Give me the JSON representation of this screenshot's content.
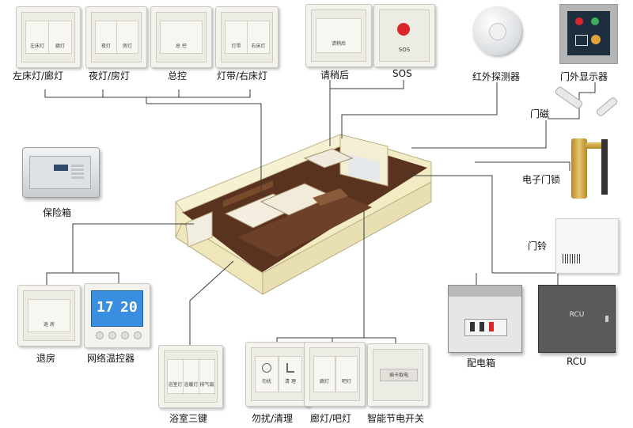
{
  "captions": {
    "left_bed_corridor": "左床灯/廊灯",
    "night_room": "夜灯/房灯",
    "master": "总控",
    "strip_right_bed": "灯带/右床灯",
    "please_clean": "请稍后",
    "sos": "SOS",
    "pir_sensor": "红外探测器",
    "door_display": "门外显示器",
    "door_magnet": "门磁",
    "e_lock": "电子门锁",
    "doorbell": "门铃",
    "safe": "保险箱",
    "checkout": "退房",
    "thermostat": "网络温控器",
    "bath_three": "浴室三键",
    "dnd_clean": "勿扰/清理",
    "corridor_bar": "廊灯/吧灯",
    "energy_switch": "智能节电开关",
    "distribution_box": "配电箱",
    "rcu": "RCU"
  },
  "device_labels": {
    "sw1_a": "左床灯",
    "sw1_b": "廊灯",
    "sw2_a": "夜灯",
    "sw2_b": "房灯",
    "sw3": "总 控",
    "sw4_a": "灯带",
    "sw4_b": "右床灯",
    "please_wait": "请稍后",
    "sos_text": "SOS",
    "checkout_text": "退 房",
    "bath_a": "浴室灯",
    "bath_b": "浴暖灯",
    "bath_c": "排气扇",
    "dnd_a": "勿扰",
    "dnd_b": "清 理",
    "cb_a": "廊灯",
    "cb_b": "吧灯",
    "energy_text": "插卡取电",
    "rcu_text": "RCU",
    "thermo_temp1": "17",
    "thermo_temp2": "20"
  },
  "colors": {
    "line": "#3a3a3a",
    "sos_red": "#d9262b",
    "thermostat_screen": "#3a8ee0",
    "lock_gold": "#c9a23a",
    "rcu_body": "#5a5a5a",
    "floor": "#5a3320"
  }
}
